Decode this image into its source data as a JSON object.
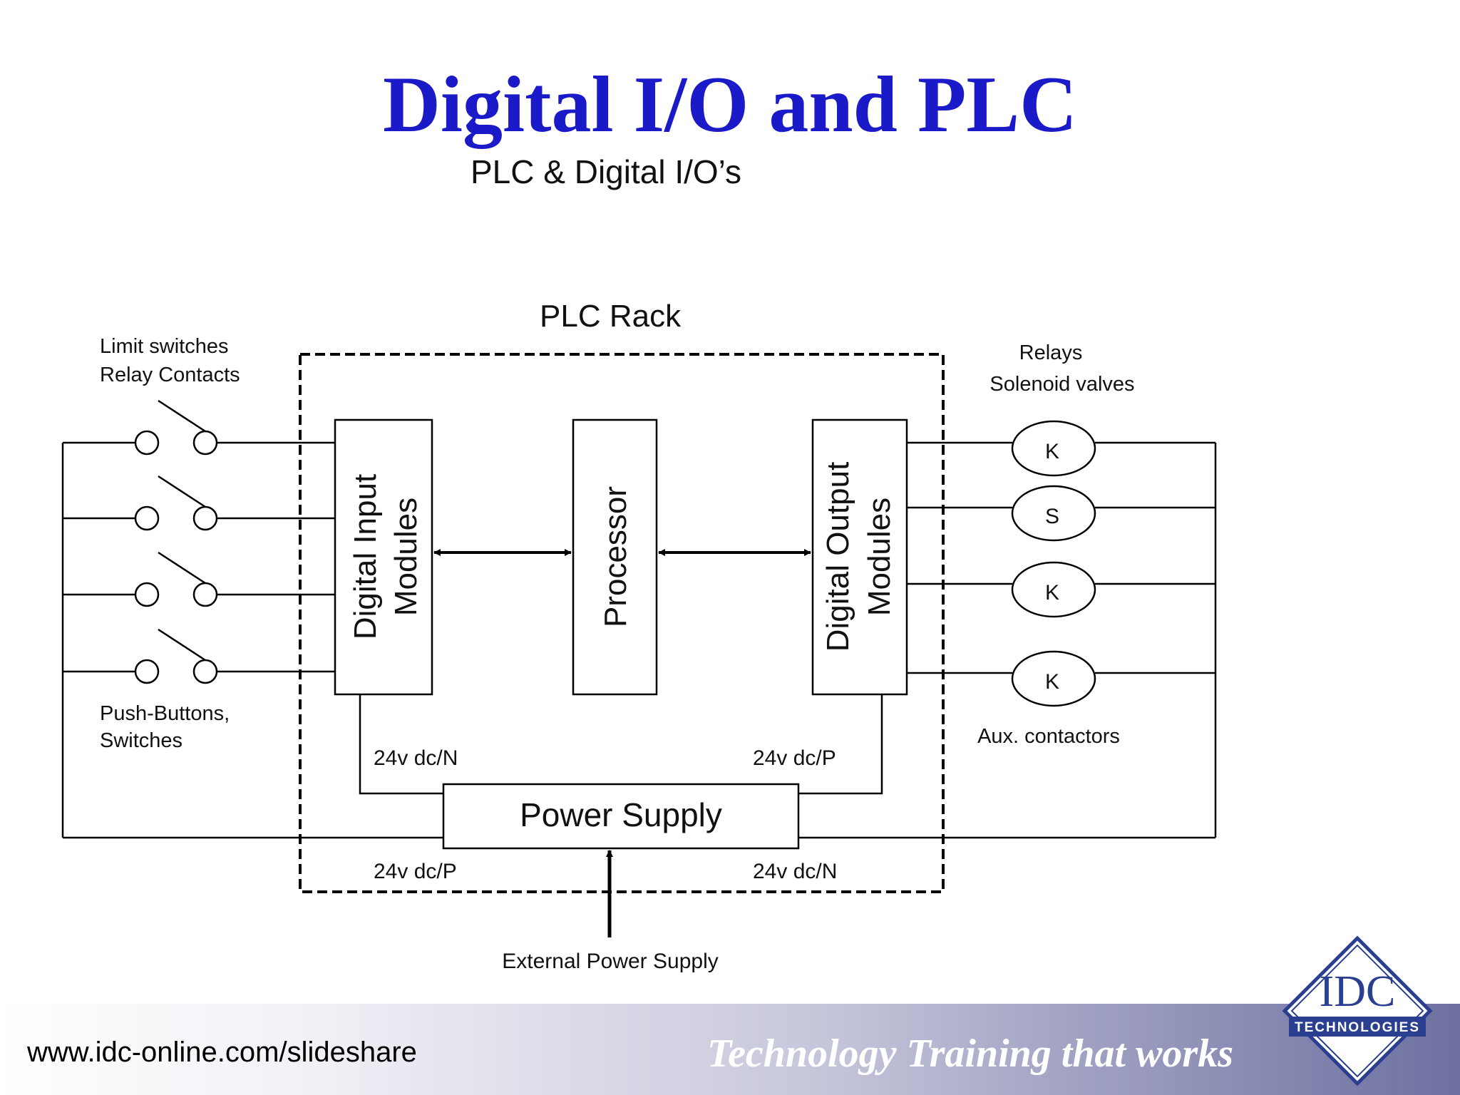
{
  "slide": {
    "title": "Digital I/O and PLC",
    "subtitle": "PLC & Digital I/O’s"
  },
  "diagram": {
    "rack_label": "PLC Rack",
    "input_devices_top": [
      "Limit switches",
      "Relay Contacts"
    ],
    "input_devices_bottom": [
      "Push-Buttons,",
      "Switches"
    ],
    "input_module": [
      "Digital Input",
      "Modules"
    ],
    "processor": "Processor",
    "output_module": [
      "Digital Output",
      "Modules"
    ],
    "output_devices_top": [
      "Relays",
      "Solenoid valves"
    ],
    "output_devices_bottom": "Aux. contactors",
    "coils": [
      "K",
      "S",
      "K",
      "K"
    ],
    "voltages": {
      "input_upper": "24v dc/N",
      "output_upper": "24v dc/P",
      "input_lower": "24v dc/P",
      "output_lower": "24v dc/N"
    },
    "power_supply": "Power Supply",
    "external_supply": "External Power Supply"
  },
  "footer": {
    "url": "www.idc-online.com/slideshare",
    "tagline": "Technology Training that works",
    "logo_text": "IDC",
    "logo_subtext": "TECHNOLOGIES"
  }
}
